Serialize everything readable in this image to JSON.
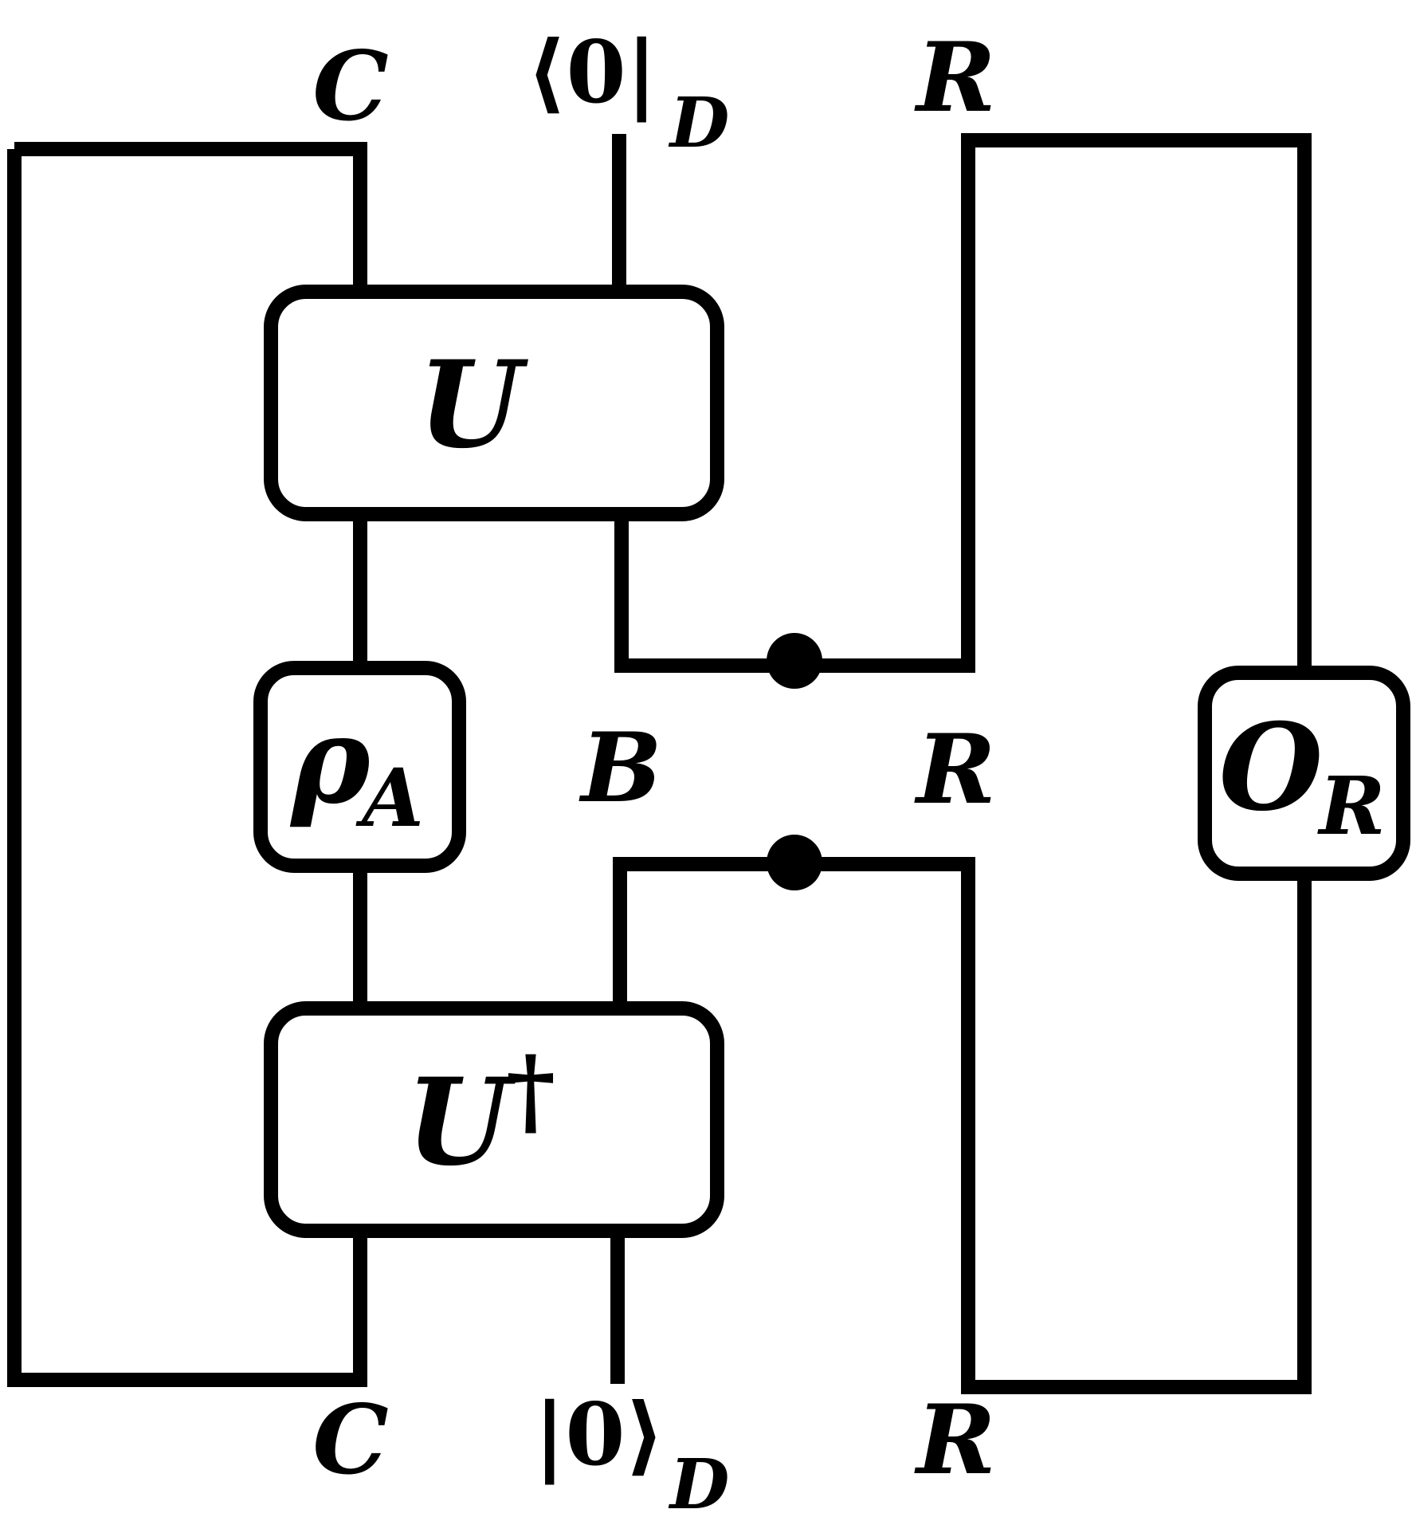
{
  "labels": {
    "top_c": "C",
    "top_bra": "⟨0|",
    "top_bra_sub": "D",
    "top_r": "R",
    "box_u": "U",
    "box_rho": "ρ",
    "box_rho_sub": "A",
    "mid_b": "B",
    "mid_r": "R",
    "box_o": "O",
    "box_o_sub": "R",
    "box_udag": "U",
    "box_udag_sup": "†",
    "bottom_c": "C",
    "bottom_ket": "|0⟩",
    "bottom_ket_sub": "D",
    "bottom_r": "R"
  },
  "colors": {
    "ink": "#000000",
    "background": "#ffffff"
  }
}
